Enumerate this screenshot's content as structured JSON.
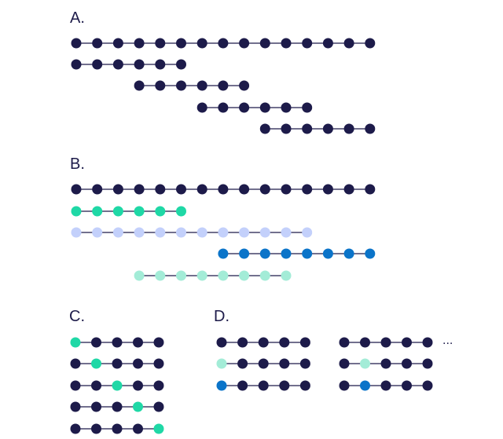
{
  "colors": {
    "navy": "#1d1b4a",
    "teal": "#1fd8a6",
    "lavender": "#c3d0fb",
    "blue": "#0b74c9",
    "mint": "#a3ecd7",
    "line": "#1d1b4a"
  },
  "panels": {
    "a": {
      "label": "A."
    },
    "b": {
      "label": "B."
    },
    "c": {
      "label": "C."
    },
    "d": {
      "label": "D.",
      "ellipsis": "..."
    }
  },
  "sequences": {
    "a": [
      {
        "start": 0,
        "count": 15,
        "colors": [
          "navy"
        ]
      },
      {
        "start": 0,
        "count": 6,
        "colors": [
          "navy"
        ]
      },
      {
        "start": 3,
        "count": 6,
        "colors": [
          "navy"
        ]
      },
      {
        "start": 6,
        "count": 6,
        "colors": [
          "navy"
        ]
      },
      {
        "start": 9,
        "count": 6,
        "colors": [
          "navy"
        ]
      }
    ],
    "b": [
      {
        "start": 0,
        "count": 15,
        "colors": [
          "navy"
        ]
      },
      {
        "start": 0,
        "count": 6,
        "colors": [
          "teal"
        ]
      },
      {
        "start": 0,
        "count": 12,
        "colors": [
          "lavender"
        ]
      },
      {
        "start": 7,
        "count": 8,
        "colors": [
          "blue"
        ]
      },
      {
        "start": 3,
        "count": 8,
        "colors": [
          "mint"
        ]
      }
    ],
    "c": [
      {
        "count": 5,
        "highlight": 0,
        "highlight_color": "teal"
      },
      {
        "count": 5,
        "highlight": 1,
        "highlight_color": "teal"
      },
      {
        "count": 5,
        "highlight": 2,
        "highlight_color": "teal"
      },
      {
        "count": 5,
        "highlight": 3,
        "highlight_color": "teal"
      },
      {
        "count": 5,
        "highlight": 4,
        "highlight_color": "teal"
      }
    ],
    "d_left": [
      {
        "count": 5,
        "highlight": -1,
        "highlight_color": "navy"
      },
      {
        "count": 5,
        "highlight": 0,
        "highlight_color": "mint"
      },
      {
        "count": 5,
        "highlight": 0,
        "highlight_color": "blue"
      }
    ],
    "d_right": [
      {
        "count": 5,
        "highlight": -1,
        "highlight_color": "navy"
      },
      {
        "count": 5,
        "highlight": 1,
        "highlight_color": "mint"
      },
      {
        "count": 5,
        "highlight": 1,
        "highlight_color": "blue"
      }
    ]
  }
}
